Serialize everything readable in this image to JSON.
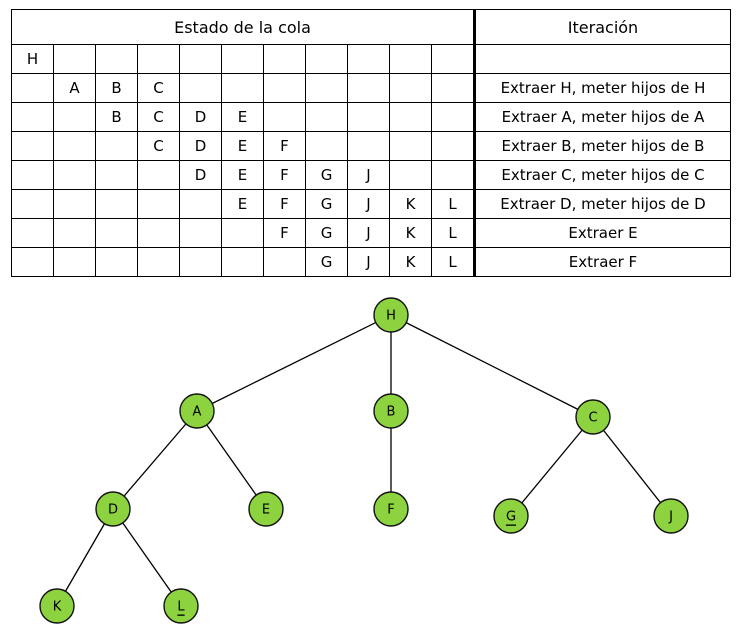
{
  "table": {
    "header_queue": "Estado de la cola",
    "header_iteration": "Iteración",
    "rows": [
      {
        "cells": [
          "H",
          "",
          "",
          "",
          "",
          "",
          "",
          "",
          "",
          "",
          "",
          ""
        ],
        "iteration": ""
      },
      {
        "cells": [
          "",
          "A",
          "B",
          "C",
          "",
          "",
          "",
          "",
          "",
          "",
          "",
          ""
        ],
        "iteration": "Extraer H, meter hijos de H"
      },
      {
        "cells": [
          "",
          "",
          "B",
          "C",
          "D",
          "E",
          "",
          "",
          "",
          "",
          "",
          ""
        ],
        "iteration": "Extraer A, meter hijos de A"
      },
      {
        "cells": [
          "",
          "",
          "",
          "C",
          "D",
          "E",
          "F",
          "",
          "",
          "",
          "",
          ""
        ],
        "iteration": "Extraer B, meter hijos de B"
      },
      {
        "cells": [
          "",
          "",
          "",
          "",
          "D",
          "E",
          "F",
          "G",
          "J",
          "",
          "",
          ""
        ],
        "iteration": "Extraer C, meter hijos de C"
      },
      {
        "cells": [
          "",
          "",
          "",
          "",
          "",
          "E",
          "F",
          "G",
          "J",
          "K",
          "L",
          ""
        ],
        "iteration": "Extraer D, meter hijos de D"
      },
      {
        "cells": [
          "",
          "",
          "",
          "",
          "",
          "",
          "F",
          "G",
          "J",
          "K",
          "L",
          ""
        ],
        "iteration": "Extraer E"
      },
      {
        "cells": [
          "",
          "",
          "",
          "",
          "",
          "",
          "",
          "G",
          "J",
          "K",
          "L",
          ""
        ],
        "iteration": "Extraer F"
      }
    ]
  },
  "tree": {
    "node_color": "#8dd23f",
    "nodes": [
      {
        "id": "H",
        "label": "H"
      },
      {
        "id": "A",
        "label": "A"
      },
      {
        "id": "B",
        "label": "B"
      },
      {
        "id": "C",
        "label": "C"
      },
      {
        "id": "D",
        "label": "D"
      },
      {
        "id": "E",
        "label": "E"
      },
      {
        "id": "F",
        "label": "F"
      },
      {
        "id": "G",
        "label": "G",
        "underlined": true
      },
      {
        "id": "J",
        "label": "J"
      },
      {
        "id": "K",
        "label": "K"
      },
      {
        "id": "L",
        "label": "L",
        "underlined": true
      }
    ],
    "edges": [
      [
        "H",
        "A"
      ],
      [
        "H",
        "B"
      ],
      [
        "H",
        "C"
      ],
      [
        "A",
        "D"
      ],
      [
        "A",
        "E"
      ],
      [
        "B",
        "F"
      ],
      [
        "C",
        "G"
      ],
      [
        "C",
        "J"
      ],
      [
        "D",
        "K"
      ],
      [
        "D",
        "L"
      ]
    ]
  }
}
